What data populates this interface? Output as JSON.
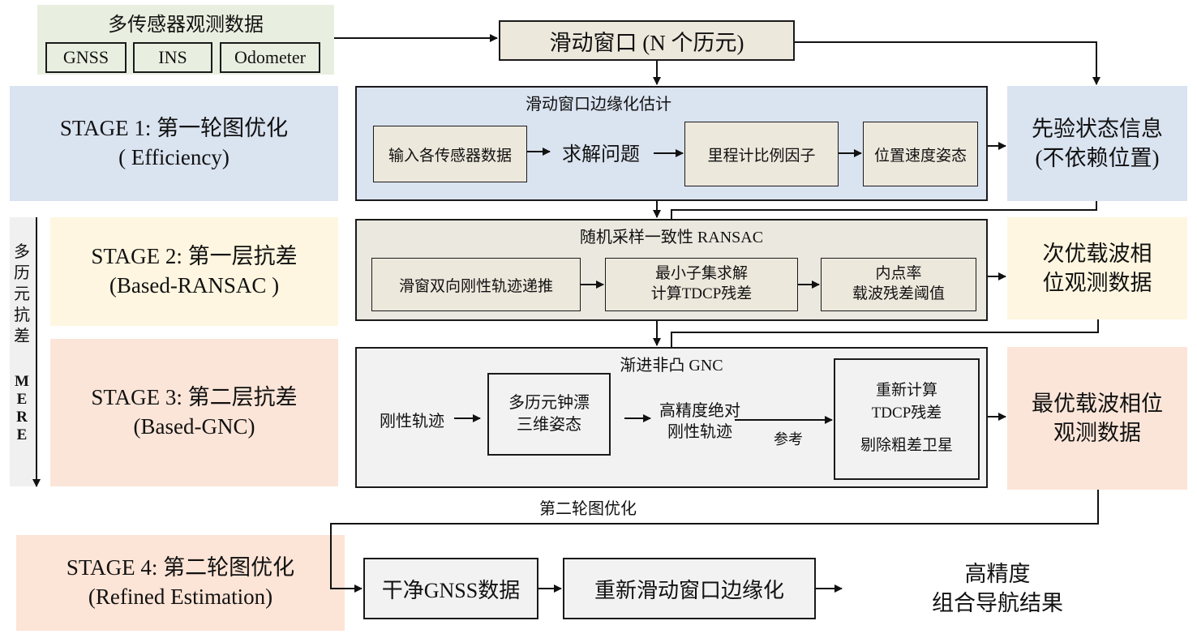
{
  "inputs": {
    "title": "多传感器观测数据",
    "items": [
      "GNSS",
      "INS",
      "Odometer"
    ]
  },
  "sliding_window": "滑动窗口 (N 个历元)",
  "stages": [
    {
      "line1": "STAGE 1: 第一轮图优化",
      "line2": "( Efficiency)"
    },
    {
      "line1": "STAGE 2: 第一层抗差",
      "line2": "(Based-RANSAC )"
    },
    {
      "line1": "STAGE 3: 第二层抗差",
      "line2": "(Based-GNC)"
    },
    {
      "line1": "STAGE 4: 第二轮图优化",
      "line2": "(Refined  Estimation)"
    }
  ],
  "side_label": {
    "chinese": [
      "多",
      "历",
      "元",
      "抗",
      "差"
    ],
    "latin": [
      "M",
      "E",
      "R",
      "E"
    ]
  },
  "stage1": {
    "title": "滑动窗口边缘化估计",
    "step1": "输入各传感器数据",
    "step2": "求解问题",
    "step3": "里程计比例因子",
    "step4": "位置速度姿态",
    "output": "先验状态信息\n(不依赖位置)"
  },
  "stage2": {
    "title": "随机采样一致性 RANSAC",
    "step1": "滑窗双向刚性轨迹递推",
    "step2": "最小子集求解\n计算TDCP残差",
    "step3": "内点率\n载波残差阈值",
    "output": "次优载波相\n位观测数据"
  },
  "stage3": {
    "title": "渐进非凸 GNC",
    "step1": "刚性轨迹",
    "step2": "多历元钟漂\n三维姿态",
    "step3": "高精度绝对\n刚性轨迹",
    "ref_label": "参考",
    "step4_line1": "重新计算",
    "step4_line2": "TDCP残差",
    "step4_line3": "剔除粗差卫星",
    "output": "最优载波相位\n观测数据"
  },
  "second_round_label": "第二轮图优化",
  "stage4": {
    "step1": "干净GNSS数据",
    "step2": "重新滑动窗口边缘化",
    "result": "高精度\n组合导航结果"
  },
  "colors": {
    "input_bg": "#e9efe0",
    "stage1_bg": "#dae3f0",
    "stage2_bg": "#fef6e0",
    "stage3_bg": "#fbe5d8",
    "stage4_bg": "#fce4d6",
    "panel2_bg": "#ebe8df",
    "panel3_bg": "#f2f2f2",
    "node_bg": "#ede8dc"
  }
}
